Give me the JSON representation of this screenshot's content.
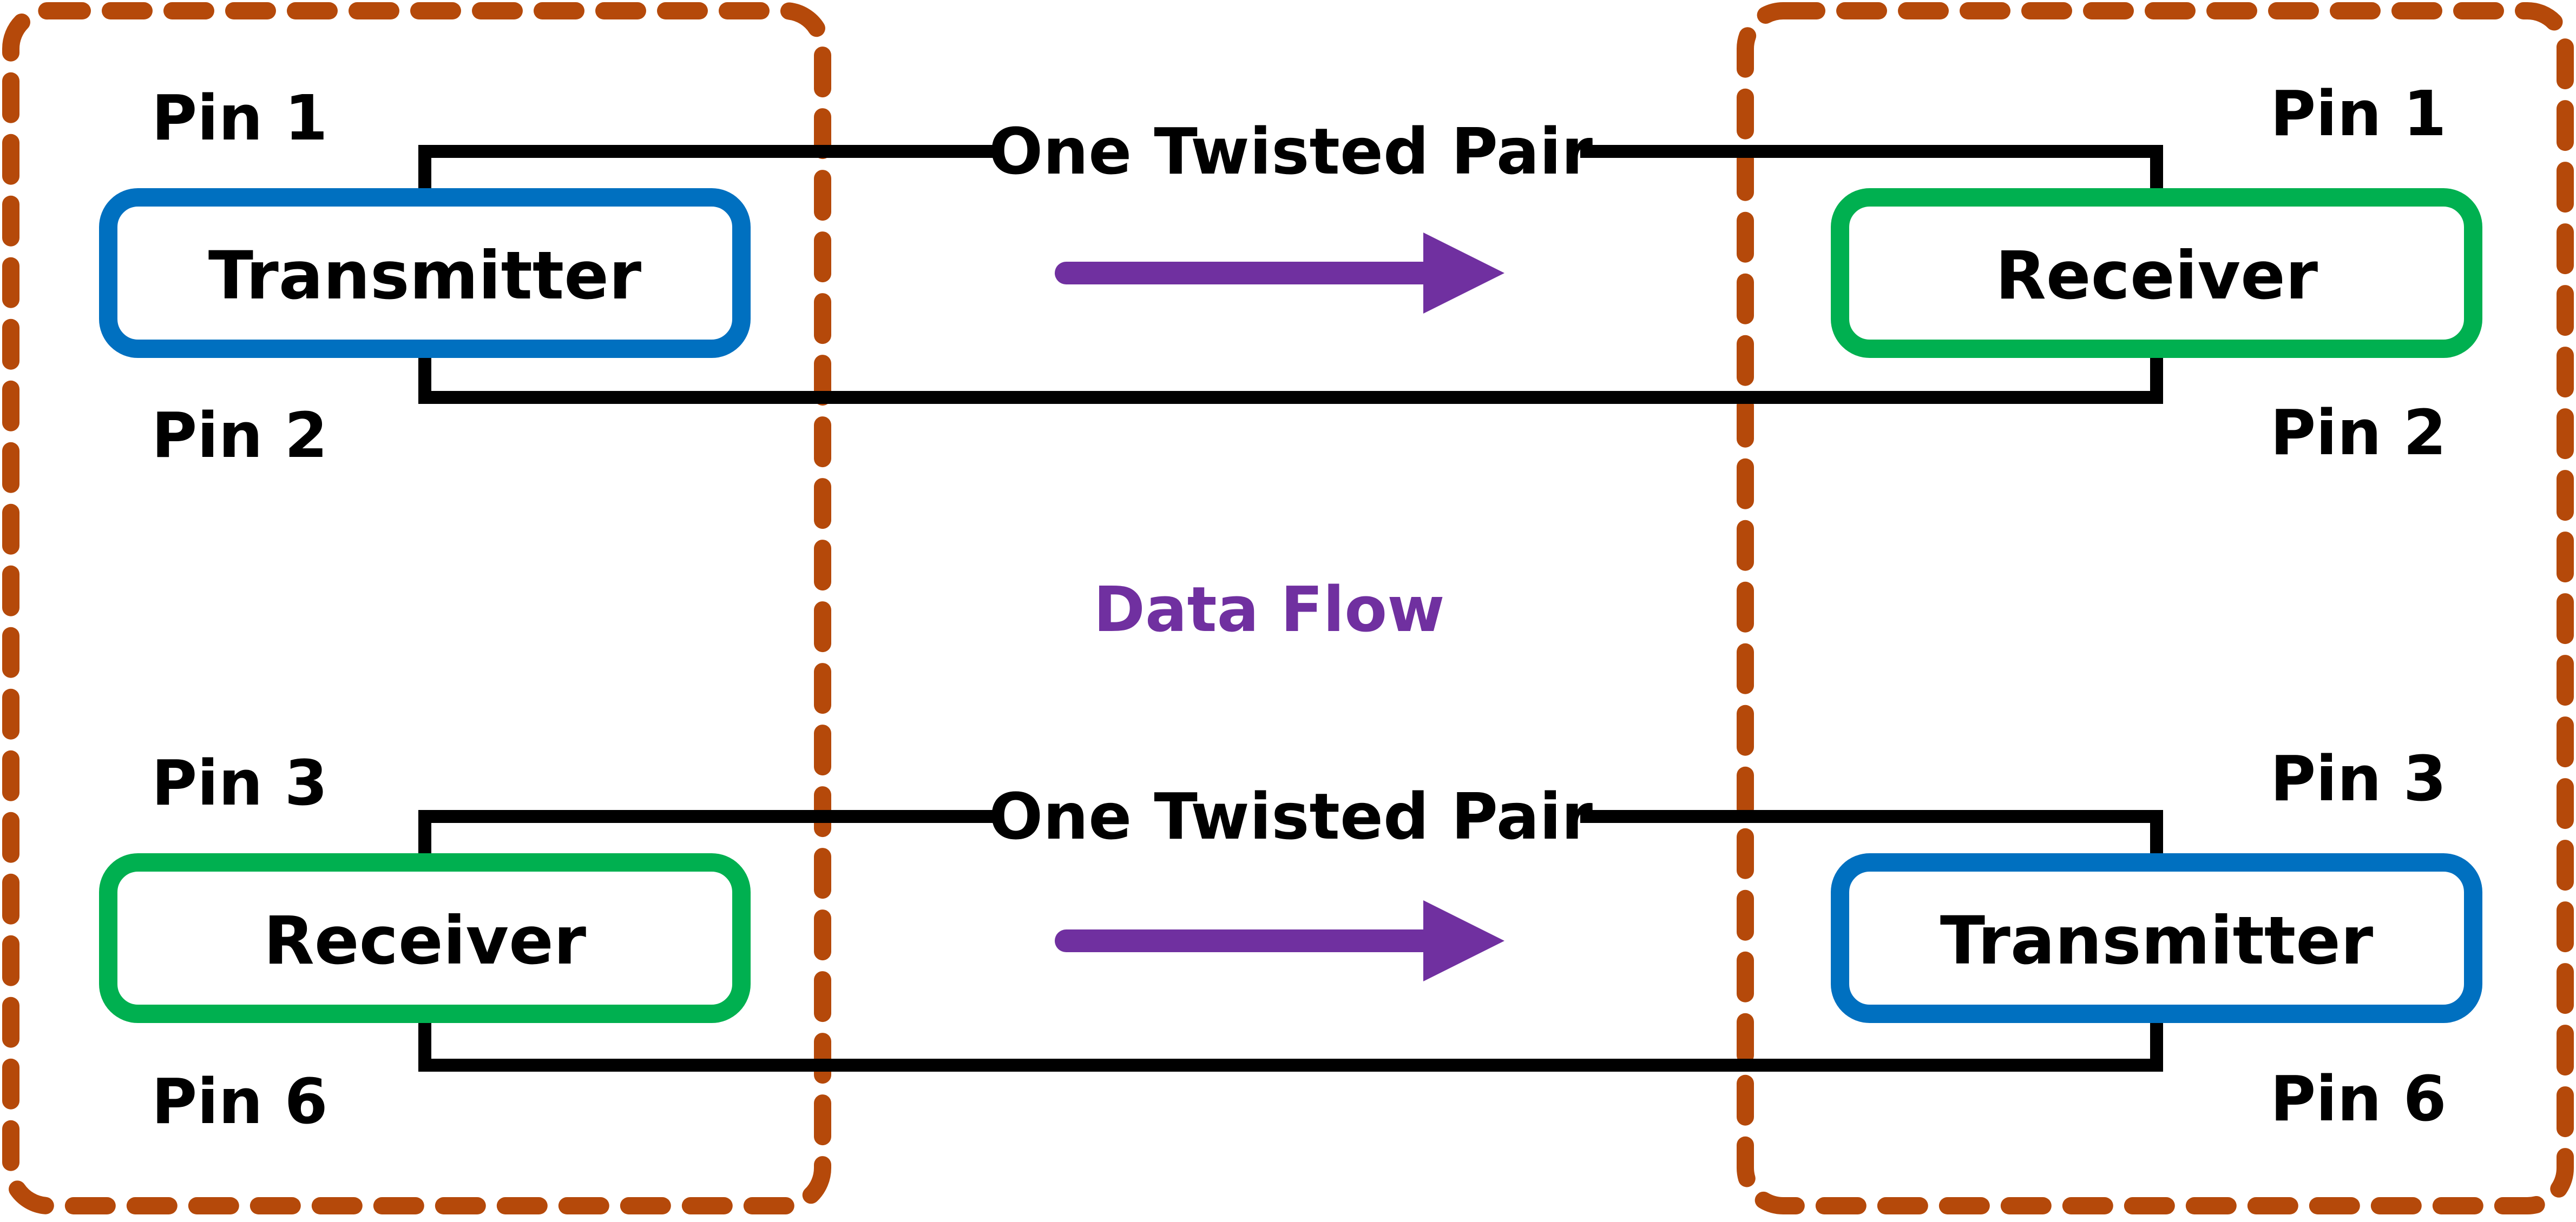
{
  "colors": {
    "device_border": "#b5490a",
    "transmitter": "#0070c0",
    "receiver": "#00b050",
    "data_flow": "#7030a0",
    "wire": "#000000",
    "background": "#ffffff"
  },
  "left_device": {
    "pin_1": "Pin 1",
    "pin_2": "Pin 2",
    "pin_3": "Pin 3",
    "pin_6": "Pin 6",
    "top_box": "Transmitter",
    "bottom_box": "Receiver"
  },
  "right_device": {
    "pin_1": "Pin 1",
    "pin_2": "Pin 2",
    "pin_3": "Pin 3",
    "pin_6": "Pin 6",
    "top_box": "Receiver",
    "bottom_box": "Transmitter"
  },
  "top_pair": {
    "label": "One Twisted Pair"
  },
  "bottom_pair": {
    "label": "One Twisted Pair"
  },
  "data_flow": {
    "label": "Data Flow"
  },
  "icons": {
    "top_arrow": "right-arrow-icon",
    "bottom_arrow": "right-arrow-icon"
  }
}
